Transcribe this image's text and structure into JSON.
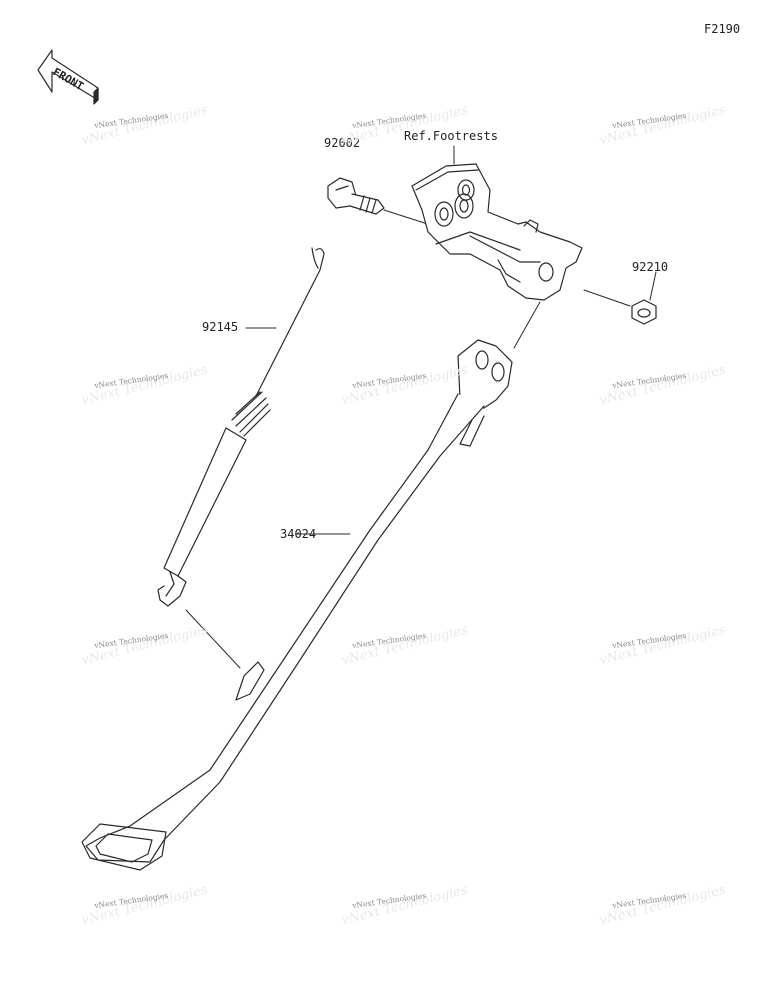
{
  "figure_code": "F2190",
  "front_label": "FRONT",
  "reference_label": "Ref.Footrests",
  "parts": [
    {
      "number": "92002"
    },
    {
      "number": "92210"
    },
    {
      "number": "92145"
    },
    {
      "number": "34024"
    }
  ],
  "watermark": {
    "text": "vNext Technologies",
    "ghost": "vNext Technologies"
  },
  "colors": {
    "line": "#2a2a2a",
    "background": "#ffffff",
    "watermark": "#8a8a8a"
  }
}
